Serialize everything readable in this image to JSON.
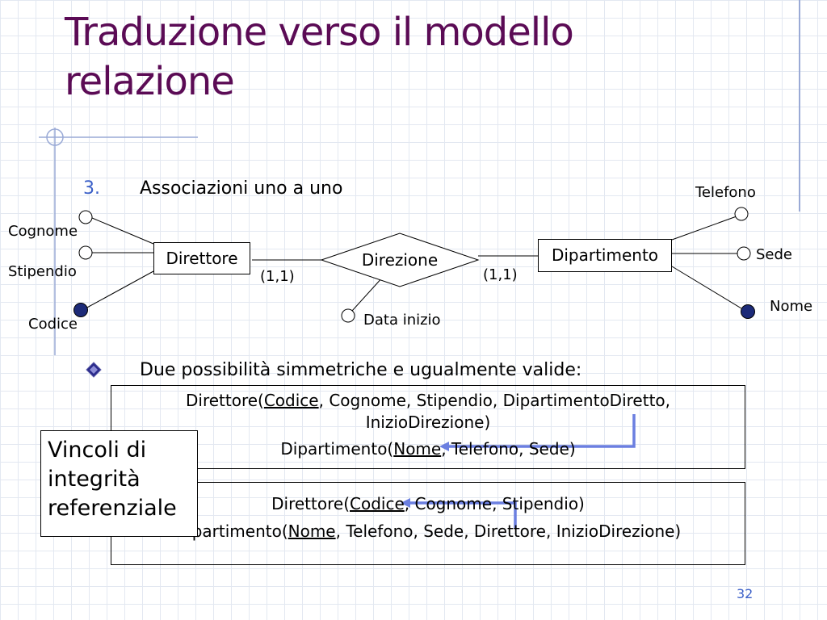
{
  "slide": {
    "title_line1": "Traduzione verso il modello",
    "title_line2": "relazione",
    "page_number": "32",
    "colors": {
      "title": "#5b0b55",
      "number": "#3a5fc8",
      "arrow": "#6b7fe0",
      "frame": "#9aaad6"
    }
  },
  "section": {
    "number": "3.",
    "heading": "Associazioni uno a uno"
  },
  "er_diagram": {
    "entity_left": "Direttore",
    "relationship": "Direzione",
    "entity_right": "Dipartimento",
    "card_left": "(1,1)",
    "card_right": "(1,1)",
    "attrs_left": {
      "cognome": "Cognome",
      "stipendio": "Stipendio",
      "codice": "Codice"
    },
    "attrs_right": {
      "telefono": "Telefono",
      "sede": "Sede",
      "nome": "Nome"
    },
    "attr_relationship": "Data inizio"
  },
  "bullet": {
    "text": "Due possibilità simmetriche e ugualmente valide:"
  },
  "option1": {
    "r1_pre": "Direttore(",
    "r1_key": "Codice",
    "r1_post": ", Cognome, Stipendio, DipartimentoDiretto,",
    "r1_cont": "InizioDirezione)",
    "r2_pre": "Dipartimento(",
    "r2_key": "Nome",
    "r2_post": ", Telefono, Sede)"
  },
  "option2": {
    "r1_pre": "Direttore(",
    "r1_key": "Codice",
    "r1_post": ", Cognome, Stipendio)",
    "r2_pre": "Dipartimento(",
    "r2_key": "Nome",
    "r2_post": ", Telefono, Sede, Direttore, InizioDirezione)"
  },
  "callout": {
    "line1": "Vincoli di",
    "line2": "integrità",
    "line3": "referenziale"
  }
}
